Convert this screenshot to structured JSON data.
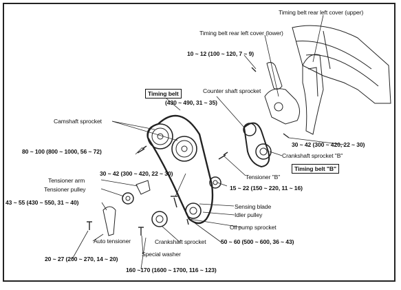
{
  "labels": {
    "rear_left_cover_upper": "Timing belt rear left cover (upper)",
    "rear_left_cover_lower": "Timing belt rear left cover (lower)",
    "torque_10_12": "10 ~ 12 (100 ~ 120, 7 ~ 9)",
    "timing_belt": "Timing belt",
    "counter_shaft_sprocket": "Counter shaft sprocket",
    "torque_430_490": "(430 ~ 490, 31 ~ 35)",
    "camshaft_sprocket": "Camshaft sprocket",
    "torque_30_42_right": "30 ~ 42 (300 ~ 420, 22 ~ 30)",
    "torque_80_100": "80 ~ 100 (800 ~ 1000, 56 ~ 72)",
    "crankshaft_sprocket_b": "Crankshaft sprocket \"B\"",
    "timing_belt_b": "Timing belt \"B\"",
    "torque_30_42_left": "30 ~ 42 (300 ~ 420, 22 ~ 30)",
    "tensioner_b": "Tensioner \"B\"",
    "tensioner_arm": "Tensioner arm",
    "tensioner_pulley": "Tensioner pulley",
    "torque_15_22": "15 ~ 22 (150 ~ 220, 11 ~ 16)",
    "torque_43_55": "43 ~ 55 (430 ~ 550, 31 ~ 40)",
    "sensing_blade": "Sensing blade",
    "idler_pulley": "Idler pulley",
    "oil_pump_sprocket": "Oil pump sprocket",
    "auto_tensioner": "Auto tensioner",
    "crankshaft_sprocket": "Crankshaft sprocket",
    "torque_50_60": "50 ~ 60 (500 ~ 600, 36 ~ 43)",
    "special_washer": "Special washer",
    "torque_20_27": "20 ~ 27 (200 ~ 270, 14 ~ 20)",
    "torque_160_170": "160 ~170 (1600 ~ 1700, 116 ~ 123)"
  }
}
